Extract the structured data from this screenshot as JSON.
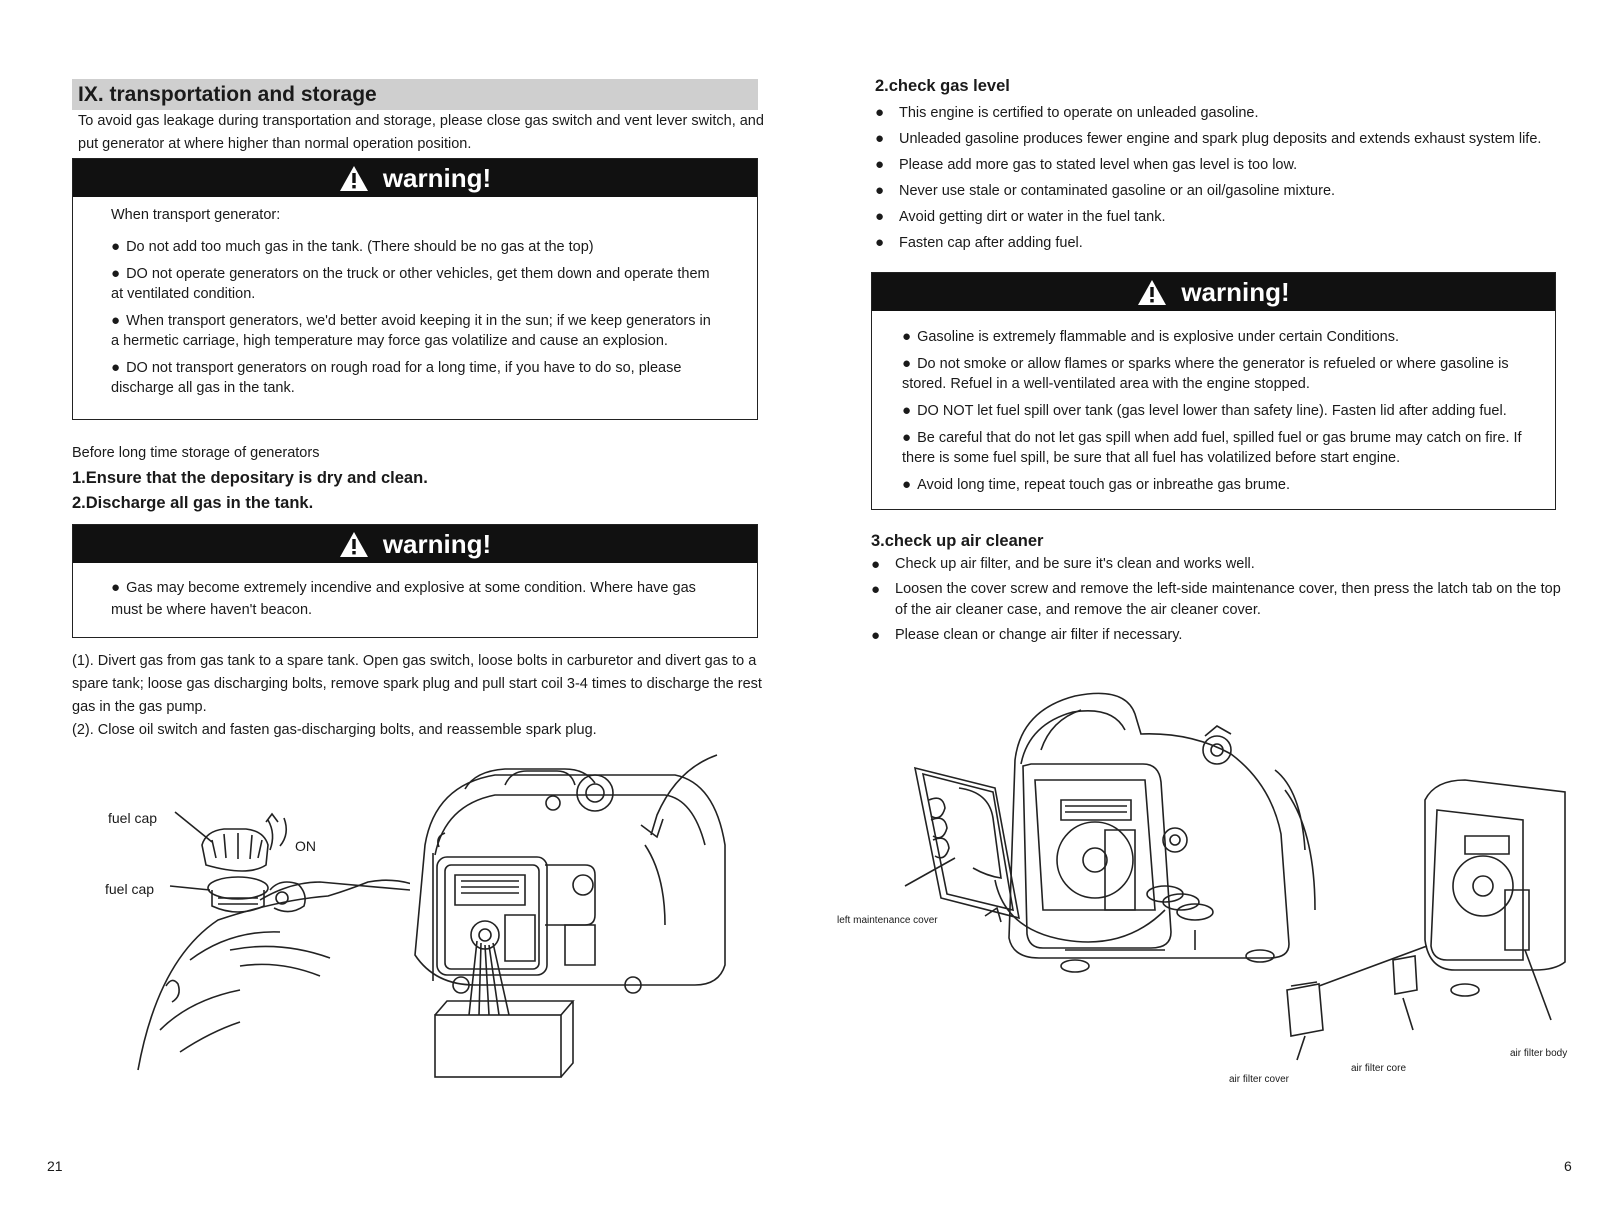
{
  "left_page": {
    "section_title": "IX. transportation and storage",
    "intro": "To avoid gas leakage during transportation and storage, please close gas switch and vent lever switch, and put generator at where higher than normal operation position.",
    "warning1": {
      "title": "warning!",
      "heading": "When transport generator:",
      "items": [
        "Do not add too much gas in the tank. (There should be no gas at the top)",
        "DO not operate generators on the truck or other vehicles, get them down and operate them at ventilated condition.",
        "When transport generators, we'd better avoid keeping it in the sun; if we keep generators in a hermetic carriage, high temperature may force gas volatilize and cause an explosion.",
        "DO not transport generators on rough road for a long time, if you have to do so, please discharge all gas in the tank."
      ]
    },
    "storage_intro": "Before long time storage of generators",
    "storage_step1": "1.Ensure that the depositary is dry and clean.",
    "storage_step2": "2.Discharge all gas in the tank.",
    "warning2": {
      "title": "warning!",
      "items": [
        "Gas may become extremely incendive and explosive at some condition. Where have gas must be where haven't beacon."
      ]
    },
    "step_1": "(1). Divert gas from gas tank to a spare tank. Open gas switch, loose bolts in carburetor and divert gas to a spare tank; loose gas discharging bolts, remove spark plug and pull start coil 3-4 times to discharge the rest gas in the gas pump.",
    "step_2": "(2). Close oil switch and fasten gas-discharging bolts, and reassemble spark plug.",
    "figure_labels": {
      "fuel_cap_top": "fuel  cap",
      "fuel_cap_bottom": "fuel  cap",
      "on": "ON"
    },
    "page_number": "21"
  },
  "right_page": {
    "gas_level": {
      "heading": "2.check gas level",
      "items": [
        "This engine is certified to operate on unleaded gasoline.",
        "Unleaded gasoline produces fewer engine and spark plug deposits and extends  exhaust system life.",
        "Please add more gas to stated level when gas level is too low.",
        "Never use stale or contaminated gasoline or an oil/gasoline mixture.",
        "Avoid getting dirt or water in the fuel tank.",
        "Fasten cap after adding fuel."
      ]
    },
    "warning3": {
      "title": "warning!",
      "items": [
        "Gasoline is extremely flammable and is explosive under certain Conditions.",
        "Do not smoke or allow flames or sparks where the generator is refueled or where gasoline is stored. Refuel in a well-ventilated area with the engine stopped.",
        "DO NOT let fuel spill over tank (gas level lower than safety line). Fasten lid after adding fuel.",
        "Be careful that do not let gas spill when add fuel, spilled fuel or gas brume may catch on fire. If there  is some fuel spill, be sure that all fuel has volatilized before start engine.",
        "Avoid long time, repeat touch gas or inbreathe gas brume."
      ]
    },
    "air_cleaner": {
      "heading": "3.check up air cleaner",
      "items": [
        "Check up air filter, and be sure it's clean and works well.",
        "Loosen the cover screw and remove the left-side maintenance cover, then press the latch tab on the top of the air cleaner  case, and remove the air cleaner cover.",
        "Please clean or change air filter if necessary."
      ]
    },
    "figure_labels": {
      "left_maintenance_cover": "left maintenance cover",
      "air_filter_cover": "air filter cover",
      "air_filter_core": "air filter core",
      "air_filter_body": "air filter body"
    },
    "page_number": "6"
  }
}
